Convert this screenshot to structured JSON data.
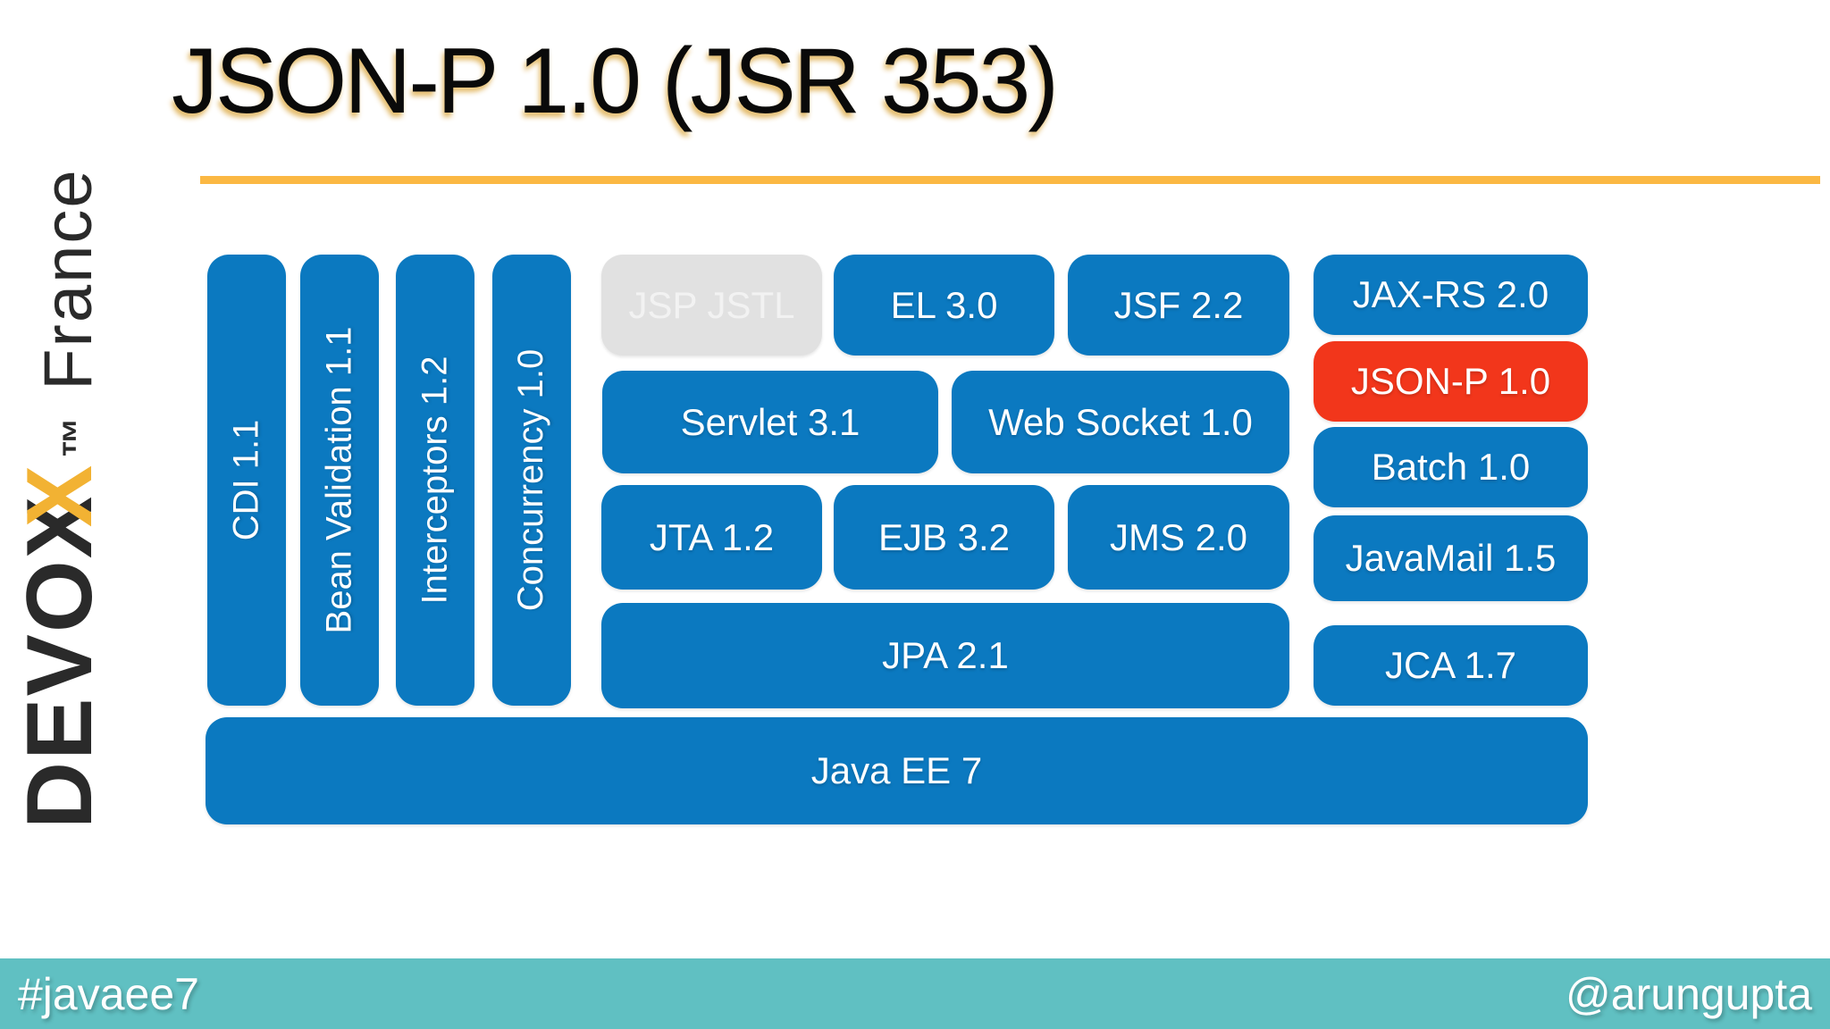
{
  "title": "JSON-P 1.0 (JSR 353)",
  "logo": {
    "brand_prefix": "DEVO",
    "x_black": "X",
    "x_yellow": "X",
    "trademark": "™",
    "region": "France"
  },
  "diagram": {
    "pillars": [
      {
        "label": "CDI 1.1"
      },
      {
        "label": "Bean Validation 1.1"
      },
      {
        "label": "Interceptors 1.2"
      },
      {
        "label": "Concurrency 1.0"
      }
    ],
    "boxes": {
      "jsp_jstl": "JSP JSTL",
      "el": "EL 3.0",
      "jsf": "JSF 2.2",
      "jaxrs": "JAX-RS 2.0",
      "servlet": "Servlet 3.1",
      "websocket": "Web Socket 1.0",
      "jsonp": "JSON-P 1.0",
      "jta": "JTA 1.2",
      "ejb": "EJB 3.2",
      "jms": "JMS 2.0",
      "batch": "Batch 1.0",
      "javamail": "JavaMail 1.5",
      "jpa": "JPA 2.1",
      "jca": "JCA 1.7",
      "javaee": "Java EE 7"
    },
    "highlighted_box": "JSON-P 1.0",
    "dimmed_box": "JSP JSTL"
  },
  "footer": {
    "hashtag": "#javaee7",
    "handle": "@arungupta"
  },
  "colors": {
    "box_blue": "#0b79c0",
    "highlight_red": "#f2361b",
    "dimmed_gray_bg": "#e1e1e1",
    "dimmed_gray_text": "#f2f2f2",
    "rule_yellow": "#fbb843",
    "footer_teal": "#60c0c2",
    "logo_yellow": "#f2b233",
    "logo_dark": "#2a2a2a"
  }
}
